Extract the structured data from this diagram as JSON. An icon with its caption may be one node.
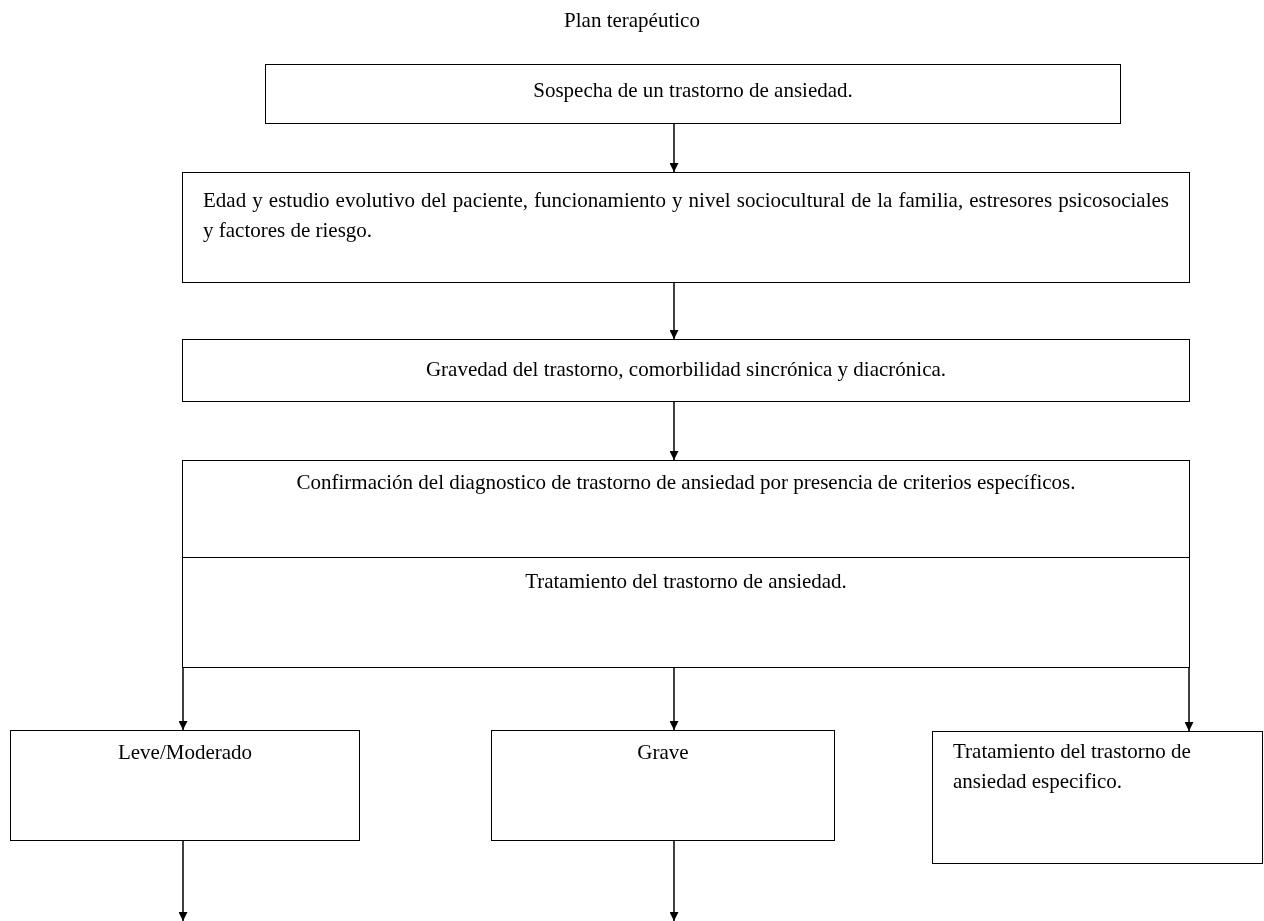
{
  "diagram": {
    "title": "Plan terapéutico",
    "nodes": [
      {
        "text": [
          "Sospecha de un trastorno de ansiedad."
        ]
      },
      {
        "text": [
          "Edad y estudio evolutivo del paciente, funcionamiento y nivel sociocultural de la familia, estresores psicosociales y factores de riesgo."
        ]
      },
      {
        "text": [
          "Gravedad del trastorno, comorbilidad sincrónica y diacrónica."
        ]
      },
      {
        "text": [
          "Confirmación del diagnostico de trastorno de ansiedad por presencia de criterios específicos."
        ]
      },
      {
        "text": [
          "Tratamiento del trastorno de ansiedad."
        ]
      },
      {
        "text": [
          "Leve/Moderado"
        ]
      },
      {
        "text": [
          "Grave"
        ]
      },
      {
        "text": [
          "Tratamiento del trastorno de ansiedad especifico."
        ]
      }
    ],
    "edges": [
      {
        "from": 0,
        "to": 1,
        "arrow": "to"
      },
      {
        "from": 1,
        "to": 2,
        "arrow": "to"
      },
      {
        "from": 2,
        "to": 3,
        "arrow": "to"
      },
      {
        "from": 4,
        "to": 5,
        "arrow": "to"
      },
      {
        "from": 4,
        "to": 6,
        "arrow": "to"
      },
      {
        "from": 4,
        "to": 7,
        "arrow": "to"
      },
      {
        "from": 5,
        "to": null,
        "arrow": "to"
      },
      {
        "from": 6,
        "to": null,
        "arrow": "to"
      }
    ]
  }
}
